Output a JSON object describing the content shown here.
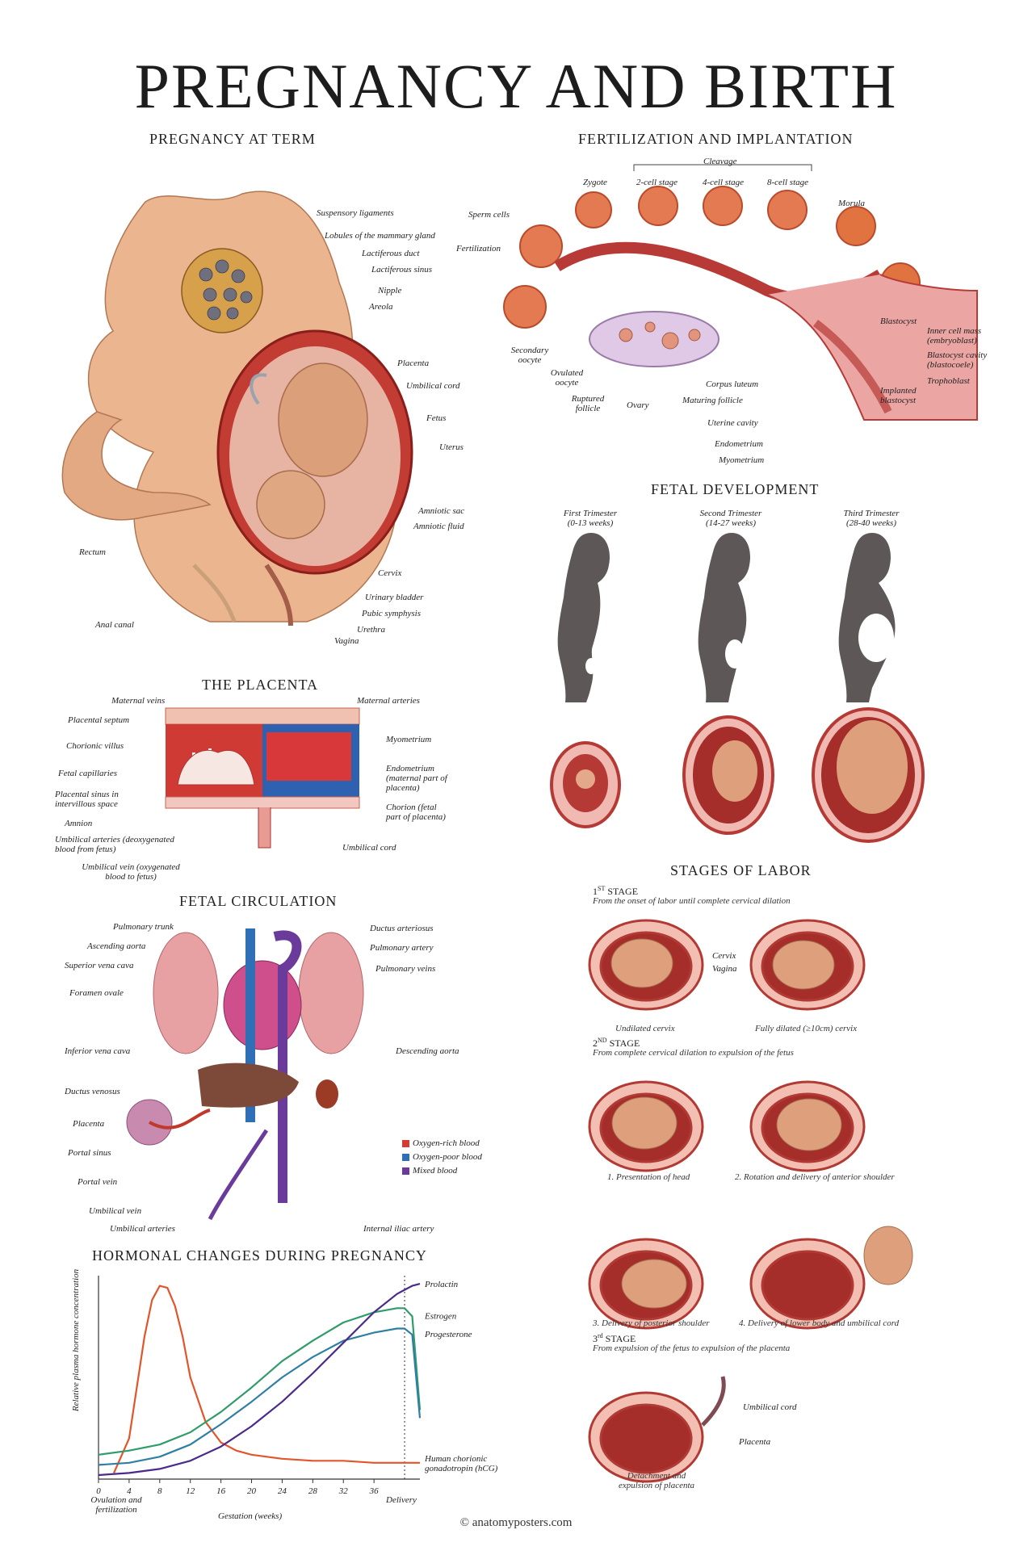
{
  "title": "PREGNANCY AND BIRTH",
  "footer": "© anatomyposters.com",
  "colors": {
    "skin": "#e9b48c",
    "skin_dark": "#c98a64",
    "uterus": "#c0392b",
    "silhouette": "#5d5758",
    "oxygen_rich": "#d83a2f",
    "oxygen_poor": "#2f6fb5",
    "mixed": "#6b3b9b",
    "estrogen": "#2f9c6a",
    "progesterone": "#2f7fa5",
    "prolactin": "#4a2a8a",
    "hcg": "#e2552b"
  },
  "pregnancy": {
    "title": "PREGNANCY AT TERM",
    "labels": [
      "Suspensory ligaments",
      "Lobules of the mammary gland",
      "Lactiferous duct",
      "Lactiferous sinus",
      "Nipple",
      "Areola",
      "Placenta",
      "Umbilical cord",
      "Fetus",
      "Uterus",
      "Amniotic sac",
      "Amniotic fluid",
      "Rectum",
      "Cervix",
      "Urinary bladder",
      "Pubic symphysis",
      "Urethra",
      "Anal canal",
      "Vagina"
    ]
  },
  "fertilization": {
    "title": "FERTILIZATION AND IMPLANTATION",
    "cleavage": "Cleavage",
    "labels": [
      "Zygote",
      "2-cell stage",
      "4-cell stage",
      "8-cell stage",
      "Morula",
      "Sperm cells",
      "Fertilization",
      "Blastocyst",
      "Inner cell mass (embryoblast)",
      "Blastocyst cavity (blastocoele)",
      "Trophoblast",
      "Implanted blastocyst",
      "Secondary oocyte",
      "Ovulated oocyte",
      "Ruptured follicle",
      "Ovary",
      "Corpus luteum",
      "Maturing follicle",
      "Uterine cavity",
      "Endometrium",
      "Myometrium"
    ]
  },
  "fetal_dev": {
    "title": "FETAL DEVELOPMENT",
    "trimesters": [
      {
        "name": "First Trimester",
        "range": "(0-13 weeks)"
      },
      {
        "name": "Second Trimester",
        "range": "(14-27 weeks)"
      },
      {
        "name": "Third Trimester",
        "range": "(28-40 weeks)"
      }
    ]
  },
  "placenta": {
    "title": "THE PLACENTA",
    "labels": [
      "Maternal veins",
      "Maternal arteries",
      "Placental septum",
      "Chorionic villus",
      "Fetal capillaries",
      "Placental sinus in intervillous space",
      "Amnion",
      "Umbilical arteries (deoxygenated blood from fetus)",
      "Umbilical vein (oxygenated blood to fetus)",
      "Myometrium",
      "Endometrium (maternal part of placenta)",
      "Chorion (fetal part of placenta)",
      "Umbilical cord"
    ]
  },
  "circulation": {
    "title": "FETAL CIRCULATION",
    "labels": [
      "Pulmonary trunk",
      "Ascending aorta",
      "Superior vena cava",
      "Foramen ovale",
      "Inferior vena cava",
      "Ductus venosus",
      "Placenta",
      "Portal sinus",
      "Portal vein",
      "Umbilical vein",
      "Umbilical arteries",
      "Ductus arteriosus",
      "Pulmonary artery",
      "Pulmonary veins",
      "Descending aorta",
      "Internal iliac artery"
    ],
    "legend": [
      "Oxygen-rich blood",
      "Oxygen-poor blood",
      "Mixed blood"
    ]
  },
  "labor": {
    "title": "STAGES OF LABOR",
    "stage1": {
      "num": "1",
      "sup": "ST",
      "word": "STAGE",
      "desc": "From the onset of labor until complete cervical dilation",
      "captions": [
        "Undilated cervix",
        "Fully dilated (≥10cm) cervix"
      ],
      "labels": [
        "Cervix",
        "Vagina"
      ]
    },
    "stage2": {
      "num": "2",
      "sup": "ND",
      "word": "STAGE",
      "desc": "From complete cervical dilation to expulsion of the fetus",
      "captions": [
        "1. Presentation of head",
        "2. Rotation and delivery of anterior shoulder",
        "3. Delivery of posterior shoulder",
        "4. Delivery of lower body and umbilical cord"
      ]
    },
    "stage3": {
      "num": "3",
      "sup": "rd",
      "word": "STAGE",
      "desc": "From expulsion of the fetus to expulsion of the placenta",
      "captions": [
        "Detachment and expulsion of placenta"
      ],
      "labels": [
        "Umbilical cord",
        "Placenta"
      ]
    }
  },
  "chart_data": {
    "type": "line",
    "title": "HORMONAL CHANGES DURING PREGNANCY",
    "xlabel": "Gestation (weeks)",
    "ylabel": "Relative plasma hormone concentration",
    "x_ticks": [
      "0",
      "4",
      "8",
      "12",
      "16",
      "20",
      "24",
      "28",
      "32",
      "36"
    ],
    "x_start_label": "Ovulation and fertilization",
    "x_end_label": "Delivery",
    "xlim": [
      0,
      42
    ],
    "ylim": [
      0,
      100
    ],
    "grid": false,
    "series": [
      {
        "name": "Human chorionic gonadotropin (hCG)",
        "color": "#e2552b",
        "x": [
          2,
          4,
          6,
          7,
          8,
          9,
          10,
          11,
          12,
          14,
          16,
          18,
          20,
          24,
          28,
          32,
          36,
          40,
          42
        ],
        "y": [
          3,
          20,
          70,
          88,
          95,
          94,
          85,
          70,
          50,
          28,
          18,
          14,
          12,
          10,
          9,
          9,
          8,
          8,
          8
        ]
      },
      {
        "name": "Estrogen",
        "color": "#2f9c6a",
        "x": [
          0,
          4,
          8,
          12,
          16,
          20,
          24,
          28,
          32,
          36,
          39,
          40,
          41,
          42
        ],
        "y": [
          12,
          14,
          17,
          23,
          33,
          45,
          58,
          68,
          77,
          82,
          84,
          84,
          80,
          34
        ]
      },
      {
        "name": "Progesterone",
        "color": "#2f7fa5",
        "x": [
          0,
          4,
          8,
          12,
          16,
          20,
          24,
          28,
          32,
          36,
          39,
          40,
          41,
          42
        ],
        "y": [
          7,
          8,
          11,
          17,
          27,
          38,
          50,
          60,
          68,
          72,
          74,
          74,
          71,
          30
        ]
      },
      {
        "name": "Prolactin",
        "color": "#4a2a8a",
        "x": [
          0,
          4,
          8,
          12,
          16,
          20,
          24,
          28,
          32,
          36,
          39,
          40,
          41,
          42
        ],
        "y": [
          2,
          3,
          5,
          9,
          16,
          26,
          38,
          52,
          67,
          82,
          91,
          93,
          95,
          96
        ]
      }
    ]
  }
}
